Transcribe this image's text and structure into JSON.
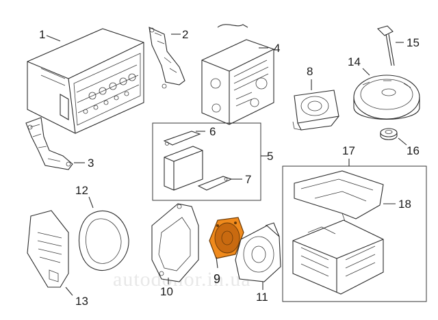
{
  "labels": {
    "p1": "1",
    "p2": "2",
    "p3": "3",
    "p4": "4",
    "p5": "5",
    "p6": "6",
    "p7": "7",
    "p8": "8",
    "p9": "9",
    "p10": "10",
    "p11": "11",
    "p12": "12",
    "p13": "13",
    "p14": "14",
    "p15": "15",
    "p16": "16",
    "p17": "17",
    "p18": "18"
  },
  "watermark": "autodonor.in.ua",
  "colors": {
    "highlight": "#f08a1c",
    "highlight_dark": "#c96a10",
    "line": "#2a2a2a"
  }
}
